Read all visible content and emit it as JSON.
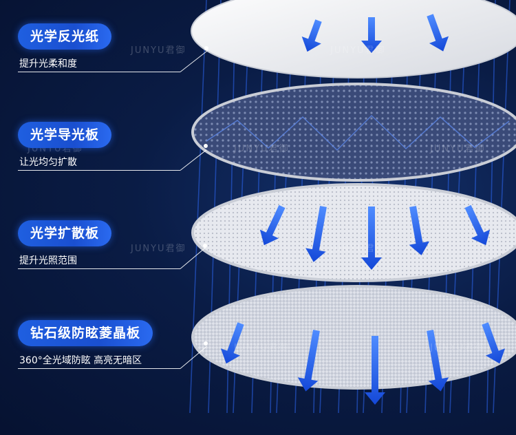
{
  "layers": [
    {
      "title": "光学反光纸",
      "desc": "提升光柔和度"
    },
    {
      "title": "光学导光板",
      "desc": "让光均匀扩散"
    },
    {
      "title": "光学扩散板",
      "desc": "提升光照范围"
    },
    {
      "title": "钻石级防眩菱晶板",
      "desc": "360°全光域防眩 高亮无暗区"
    }
  ],
  "watermark": "JUNYU君御",
  "colors": {
    "pill": "#1f5fe0",
    "arrow": "#1e5ee6",
    "background": "#0a1c45"
  }
}
